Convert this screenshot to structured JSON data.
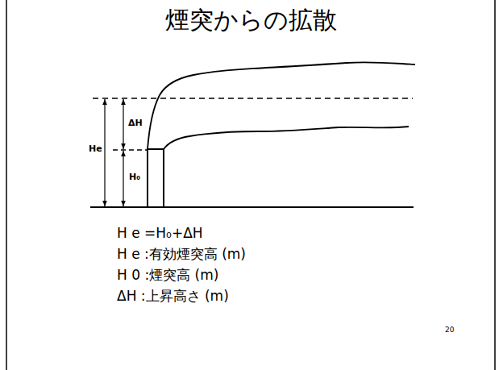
{
  "diagram": {
    "title": "煙突からの拡散",
    "labels": [
      "ΔH",
      "He",
      "H₀",
      "H e =H₀+ΔH",
      "H e :有効煙突高 (m)",
      "H 0 :煙突高 (m)",
      "ΔH :上昇高さ (m)",
      "20"
    ]
  }
}
